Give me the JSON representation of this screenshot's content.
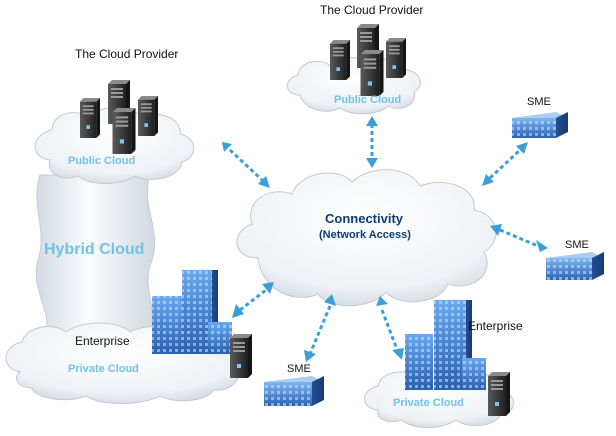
{
  "labels": {
    "provider_top": "The Cloud Provider",
    "provider_left": "The Cloud Provider",
    "public_cloud_top": "Public Cloud",
    "public_cloud_left": "Public Cloud",
    "hybrid_cloud": "Hybrid Cloud",
    "connectivity": "Connectivity",
    "network_access": "(Network Access)",
    "sme_top_right": "SME",
    "sme_right": "SME",
    "sme_bottom": "SME",
    "enterprise_left": "Enterprise",
    "enterprise_right": "Enterprise",
    "private_cloud_left": "Private Cloud",
    "private_cloud_right": "Private Cloud"
  },
  "colors": {
    "cloud_label": "#6fc3ea",
    "connectivity_text": "#0d3b78",
    "arrow": "#3a9fd8",
    "building": "#3f7fd0",
    "server": "#3a3a3a"
  },
  "icons": [
    "server-icon",
    "building-icon",
    "cloud-icon",
    "double-arrow-icon"
  ]
}
